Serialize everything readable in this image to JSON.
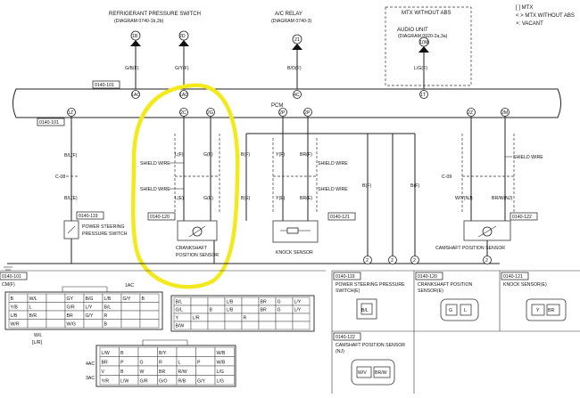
{
  "legend": {
    "lines": [
      "[ ] MTX",
      "< > MTX WITHOUT ABS",
      "×: VACANT"
    ]
  },
  "top": {
    "refrig_title": "REFRIGERANT PRESSURE SWITCH",
    "refrig_diagram": "(DIAGRAM 0740-1b,2b)",
    "ac_relay_title": "A/C RELAY",
    "ac_relay_diagram": "(DIAGRAM 0740-3)",
    "mtx_without_abs": "MTX WITHOUT ABS",
    "audio_title": "AUDIO UNIT",
    "audio_diagram": "(DIAGRAM 0920-2a,3a)",
    "pins": [
      "1B",
      "2D",
      "21",
      "1(W)"
    ],
    "wires": [
      "G/B(F)",
      "G/Y(F)",
      "B/O(F)",
      "L/G(F)"
    ]
  },
  "pcm": {
    "label": "PCM",
    "top_ref": "0140-101",
    "bottom_ref": "0140-101",
    "top_pins": [
      "1AC",
      "1AD",
      "4C",
      "1T"
    ],
    "bottom_pins": [
      "1Z",
      "2C",
      "2G",
      "2P",
      "2P",
      "2Z",
      "2M"
    ]
  },
  "left_branch": {
    "wire1": "B/L(F)",
    "wire2": "B/L(E)",
    "connector": "C-08",
    "ref": "0140-119",
    "name1": "POWER STEERING",
    "name2": "PRESSURE SWITCH"
  },
  "crank": {
    "ref": "0140-120",
    "shield1": "SHIELD WIRE",
    "shield2": "SHIELD WIRE",
    "wires": [
      "L(F)",
      "G(F)",
      "L(E)",
      "G(E)"
    ],
    "name1": "CRANKSHAFT",
    "name2": "POSITION SENSOR"
  },
  "knock": {
    "ref": "0140-121",
    "shield1": "SHIELD WIRE",
    "shield2": "SHIELD WIRE",
    "wires": [
      "B(F)",
      "Y(F)",
      "BR(F)",
      "B(E)",
      "Y(E)",
      "BR(E)"
    ],
    "name": "KNOCK SENSOR"
  },
  "mid_wires": [
    "B(F)",
    "B(F)"
  ],
  "cam": {
    "ref": "0140-122",
    "shield": "SHIELD WIRE",
    "connector": "C-09",
    "wires": [
      "W/V(NJ)",
      "BR/W(NJ)"
    ],
    "name": "CAMSHAFT POSITION SENSOR"
  },
  "grounds": [
    "2",
    "2",
    "2",
    "2"
  ],
  "pcm_connector": {
    "ref": "0140-101",
    "label": "CM(F)",
    "rows_a": [
      [
        "B",
        "W/L",
        "",
        "GY",
        "B/G",
        "L/B",
        "G/Y",
        "B"
      ],
      [
        "Y/B",
        "L",
        "",
        "G/R",
        "L/Y",
        "B/L",
        "",
        ""
      ],
      [
        "L/B",
        "B/R",
        "",
        "BR",
        "G/Y",
        "R",
        "",
        ""
      ],
      [
        "W/R",
        "",
        "",
        "W/G",
        "",
        "B",
        "",
        ""
      ]
    ],
    "rows_b": [
      [
        "B/L",
        "",
        "",
        "L/B",
        "",
        "BR",
        "G",
        "L/Y"
      ],
      [
        "G/L",
        "",
        "B",
        "L/B",
        "",
        "BR",
        "G",
        "L/Y"
      ],
      [
        "Y",
        "L/R",
        "",
        "",
        "R",
        "",
        "",
        ""
      ],
      [
        "B/W",
        "",
        "",
        "",
        "",
        "",
        "",
        ""
      ]
    ],
    "rows_c": [
      [
        "L/W",
        "B",
        "",
        "B/Y",
        "",
        "",
        "W/B"
      ],
      [
        "BR",
        "P",
        "G",
        "R",
        "L",
        "P",
        "W/B"
      ],
      [
        "V",
        "B",
        "W",
        "BR",
        "R/W",
        "",
        "L/G"
      ],
      [
        "Y/R",
        "L/W",
        "G/R",
        "G/O",
        "R/B",
        "G/Y",
        "L/G"
      ]
    ],
    "wire_label1": "W/L",
    "wire_label2": "[L/R]",
    "left_pins": [
      "4AC",
      "3AC",
      "1AC"
    ]
  },
  "connector_cards": [
    {
      "ref": "0140-119",
      "name1": "POWER STEERING PRESSURE",
      "name2": "SWITCH(E)",
      "pins": [
        "B/L"
      ]
    },
    {
      "ref": "0140-120",
      "name1": "CRANKSHAFT POSITION",
      "name2": "SENSOR(E)",
      "pins": [
        "G",
        "L"
      ]
    },
    {
      "ref": "0140-121",
      "name1": "KNOCK SENSOR(E)",
      "name2": "",
      "pins": [
        "Y",
        "BR"
      ]
    },
    {
      "ref": "0140-122",
      "name1": "CAMSHAFT POSITION SENSOR",
      "name2": "(NJ)",
      "pins": [
        "W/V",
        "BR/W"
      ]
    }
  ],
  "highlight_color": "#f3ea1d"
}
